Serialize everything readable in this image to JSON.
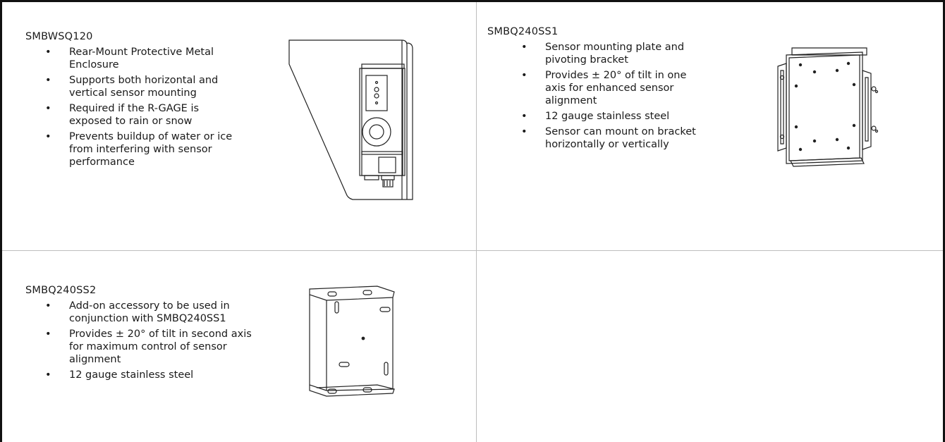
{
  "cells": [
    {
      "model": "SMBWSQ120",
      "bullets": [
        "Rear-Mount Protective Metal Enclosure",
        "Supports both horizontal and vertical sensor mounting",
        "Required if the R-GAGE is exposed to rain or snow",
        "Prevents buildup of water or ice from interfering with sensor performance"
      ]
    },
    {
      "model": "SMBQ240SS1",
      "bullets": [
        "Sensor mounting plate and pivoting bracket",
        "Provides ± 20° of tilt in one axis for enhanced sensor alignment",
        "12 gauge stainless steel",
        "Sensor can mount on bracket horizontally or vertically"
      ]
    },
    {
      "model": "SMBQ240SS2",
      "bullets": [
        "Add-on accessory to be used in conjunction with SMBQ240SS1",
        "Provides ± 20° of tilt in second axis for maximum control of sensor alignment",
        "12 gauge stainless steel"
      ]
    }
  ],
  "bullet_symbol": "•"
}
